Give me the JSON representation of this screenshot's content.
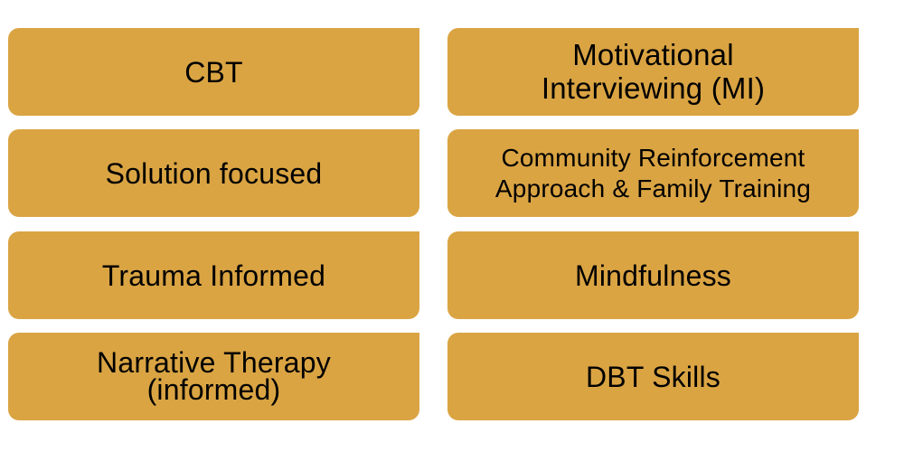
{
  "diagram": {
    "title": "",
    "box_color": "#DAA443",
    "text_color": "#000000",
    "left_column": [
      {
        "label": "CBT"
      },
      {
        "label": "Solution focused"
      },
      {
        "label": "Trauma Informed"
      },
      {
        "label": "Narrative Therapy (informed)",
        "line1": "Narrative Therapy",
        "line2": "(informed)"
      }
    ],
    "right_column": [
      {
        "label": "Motivational Interviewing (MI)",
        "line1": "Motivational",
        "line2": "Interviewing (MI)"
      },
      {
        "label": "Community Reinforcement Approach & Family Training",
        "line1": "Community Reinforcement",
        "line2": "Approach & Family Training"
      },
      {
        "label": "Mindfulness"
      },
      {
        "label": "DBT Skills"
      }
    ]
  }
}
